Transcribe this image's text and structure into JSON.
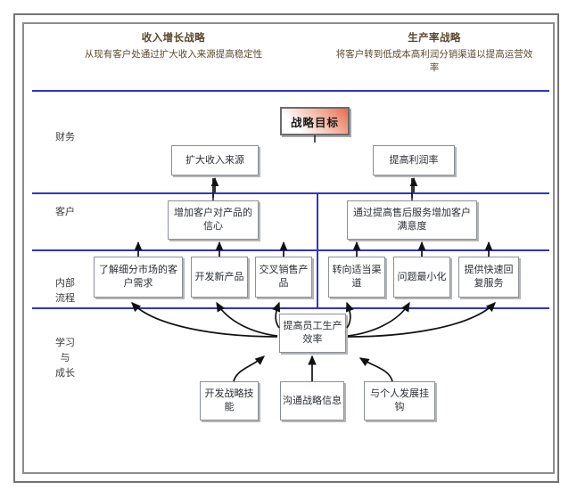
{
  "frame": {
    "divider_color": "#3333CC",
    "box_border_color": "#8A9099",
    "goal_gradient_from": "#FFFFFF",
    "goal_gradient_to": "#EA6A4E"
  },
  "headers": {
    "revenue": {
      "title": "收入增长战略",
      "subtitle": "从现有客户处通过扩大收入来源提高稳定性"
    },
    "productivity": {
      "title": "生产率战略",
      "subtitle": "将客户转到低成本高利润分销渠道以提高运营效率"
    }
  },
  "goal": {
    "label": "战略目标"
  },
  "perspectives": [
    {
      "id": "financial",
      "label": "财务"
    },
    {
      "id": "customer",
      "label": "客户"
    },
    {
      "id": "internal-process",
      "label": "内部\n流程"
    },
    {
      "id": "learning-growth",
      "label": "学习\n与\n成长"
    }
  ],
  "financial": [
    {
      "id": "expand-revenue-sources",
      "label": "扩大收入来源"
    },
    {
      "id": "improve-profit-margin",
      "label": "提高利润率"
    }
  ],
  "customer": [
    {
      "id": "increase-product-confidence",
      "label": "增加客户对产品的信心"
    },
    {
      "id": "increase-satisfaction-after-sales",
      "label": "通过提高售后服务增加客户满意度"
    }
  ],
  "internal_process": [
    {
      "id": "understand-segment-needs",
      "label": "了解细分市场的客户需求"
    },
    {
      "id": "develop-new-products",
      "label": "开发新产品"
    },
    {
      "id": "cross-sell-products",
      "label": "交叉销售产品"
    },
    {
      "id": "shift-to-proper-channel",
      "label": "转向适当渠道"
    },
    {
      "id": "minimize-problems",
      "label": "问题最小化"
    },
    {
      "id": "fast-response-service",
      "label": "提供快速回复服务"
    }
  ],
  "learning_growth": {
    "hub": {
      "id": "improve-employee-productivity",
      "label": "提高员工生产效率"
    },
    "enablers": [
      {
        "id": "develop-strategic-skills",
        "label": "开发战略技能"
      },
      {
        "id": "communicate-strategy-info",
        "label": "沟通战略信息"
      },
      {
        "id": "link-personal-development",
        "label": "与个人发展挂钩"
      }
    ]
  }
}
